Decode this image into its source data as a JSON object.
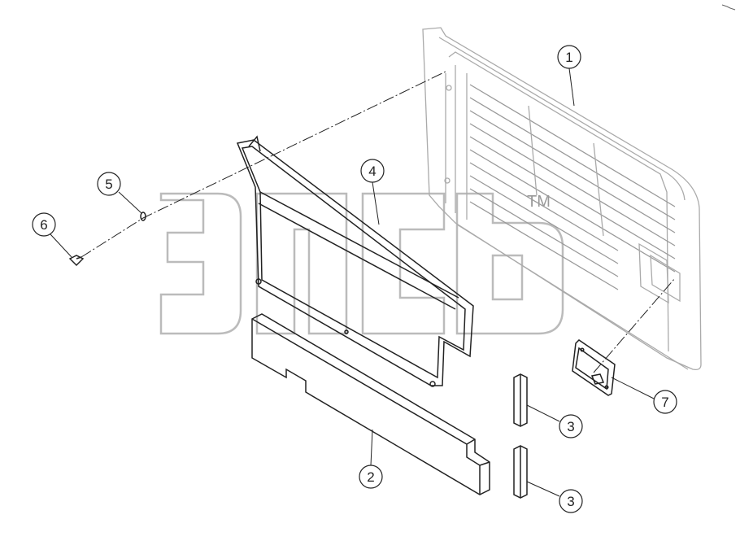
{
  "watermark": {
    "brand": "элсб",
    "trademark": "TM"
  },
  "callouts": [
    {
      "id": "1",
      "part": "rear-panel-with-louvers"
    },
    {
      "id": "2",
      "part": "lower-pad"
    },
    {
      "id": "3",
      "part": "vertical-strip-upper"
    },
    {
      "id": "3",
      "part": "vertical-strip-lower"
    },
    {
      "id": "4",
      "part": "frame-gasket"
    },
    {
      "id": "5",
      "part": "washer"
    },
    {
      "id": "6",
      "part": "screw"
    },
    {
      "id": "7",
      "part": "cover-plate"
    }
  ],
  "colors": {
    "line": "#222222",
    "faint_line": "#aaaaaa",
    "watermark": "#bbbbbb"
  }
}
